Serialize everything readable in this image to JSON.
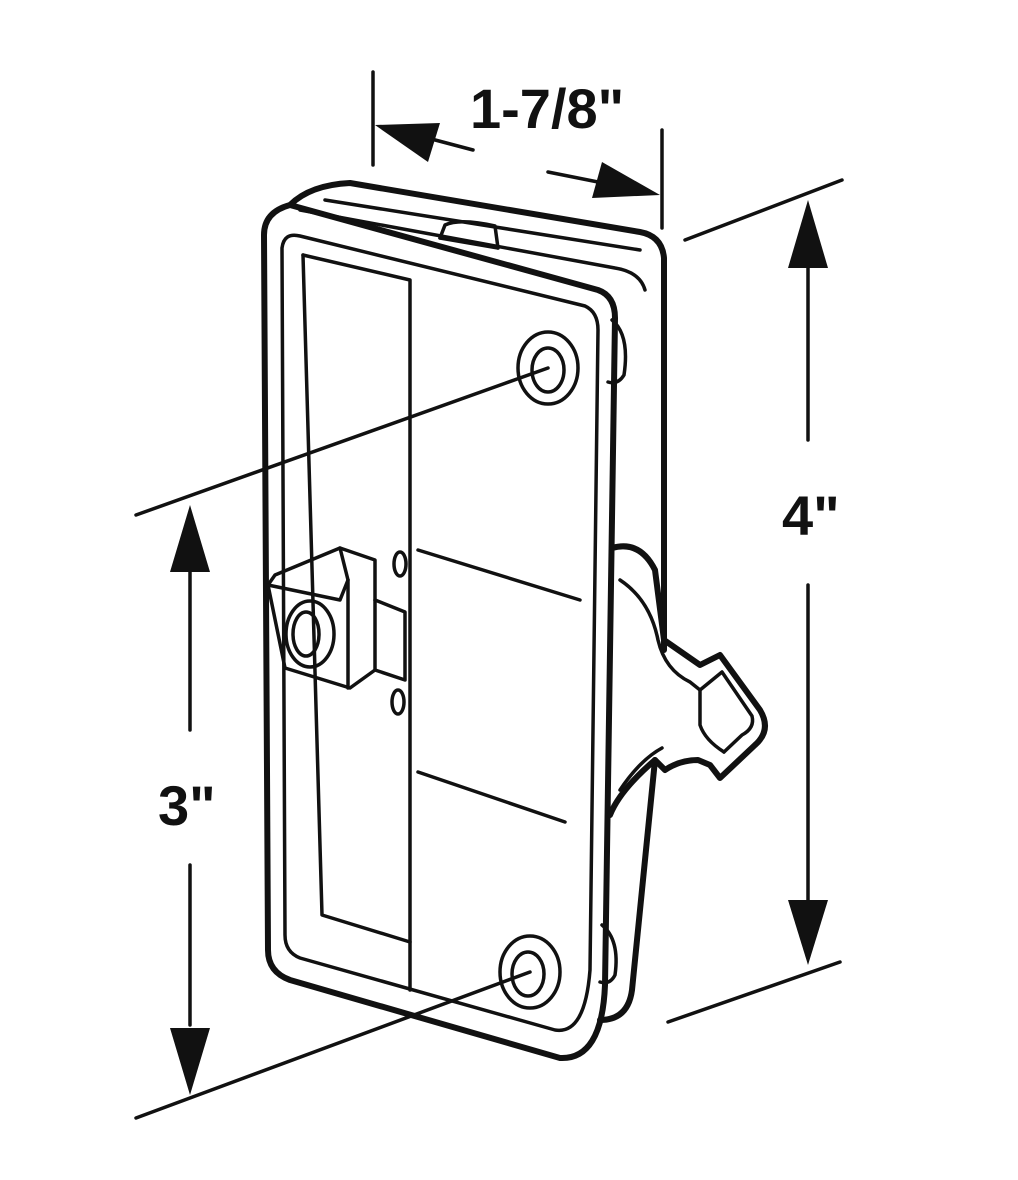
{
  "dimensions": {
    "width_label": "1-7/8\"",
    "height_label": "4\"",
    "hole_spacing_label": "3\""
  },
  "colors": {
    "line": "#111111",
    "background": "#ffffff"
  }
}
